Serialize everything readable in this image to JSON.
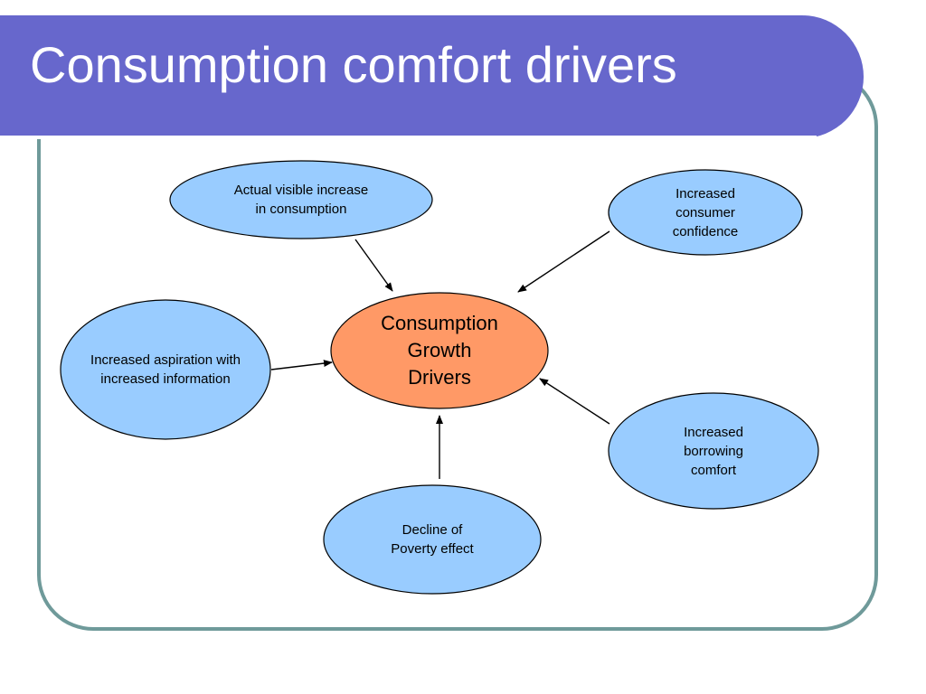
{
  "slide": {
    "title": "Consumption comfort drivers"
  },
  "colors": {
    "title_bar": "#6767cc",
    "frame_border": "#6f9a9a",
    "hub_fill": "#ff9966",
    "driver_fill": "#99ccff",
    "outline": "#000000"
  },
  "diagram": {
    "hub": {
      "id": "hub",
      "label": "Consumption\nGrowth\nDrivers"
    },
    "drivers": [
      {
        "id": "actual-visible-increase",
        "label": "Actual visible increase\nin consumption"
      },
      {
        "id": "consumer-confidence",
        "label": "Increased\nconsumer\nconfidence"
      },
      {
        "id": "aspiration-information",
        "label": "Increased aspiration with\nincreased information"
      },
      {
        "id": "borrowing-comfort",
        "label": "Increased\nborrowing\ncomfort"
      },
      {
        "id": "poverty-effect",
        "label": "Decline of\nPoverty effect"
      }
    ],
    "edges": [
      {
        "from": "actual-visible-increase",
        "to": "hub"
      },
      {
        "from": "consumer-confidence",
        "to": "hub"
      },
      {
        "from": "aspiration-information",
        "to": "hub"
      },
      {
        "from": "borrowing-comfort",
        "to": "hub"
      },
      {
        "from": "poverty-effect",
        "to": "hub"
      }
    ]
  }
}
